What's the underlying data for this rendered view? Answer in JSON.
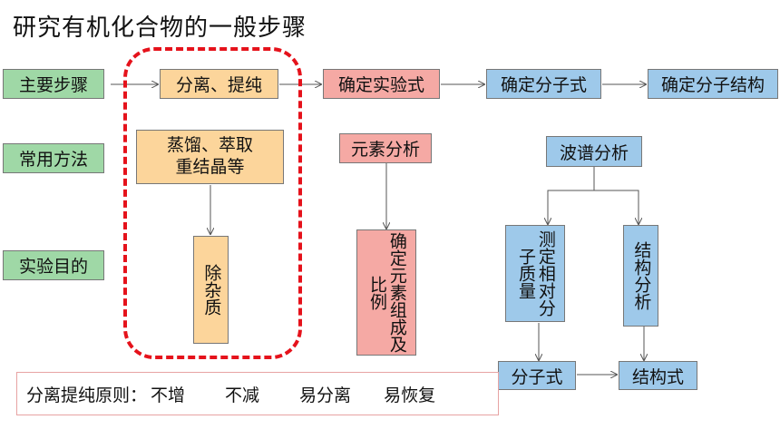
{
  "title": "研究有机化合物的一般步骤",
  "row_labels": {
    "main_steps": "主要步骤",
    "common_methods": "常用方法",
    "experiment_purpose": "实验目的"
  },
  "steps": {
    "separate_purify": "分离、提纯",
    "determine_empirical": "确定实验式",
    "determine_molecular": "确定分子式",
    "determine_structure": "确定分子结构"
  },
  "methods": {
    "distill_extract_line1": "蒸馏、萃取",
    "distill_extract_line2": "重结晶等",
    "remove_impurities": "除杂质",
    "elemental_analysis": "元素分析",
    "elemental_purpose": "确定元素组成及比例",
    "spectral_analysis": "波谱分析",
    "measure_molar_mass": "测定相对分子质量",
    "structure_analysis": "结构分析",
    "molecular_formula": "分子式",
    "structural_formula": "结构式"
  },
  "principle": {
    "label": "分离提纯原则：",
    "items": [
      "不增",
      "不减",
      "易分离",
      "易恢复"
    ]
  },
  "colors": {
    "green": "#9fd8a6",
    "orange": "#fcd59b",
    "pink": "#f5a9a4",
    "blue": "#9ec9ea",
    "dashed_red": "#e5121b"
  }
}
